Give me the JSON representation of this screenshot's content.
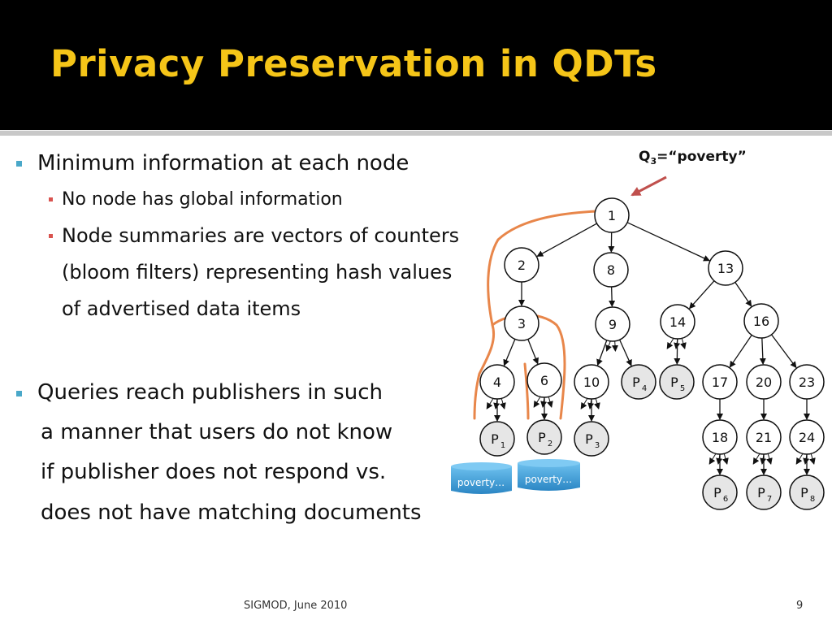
{
  "slide": {
    "title": "Privacy Preservation in QDTs",
    "bullets": [
      {
        "text": "Minimum information at each node"
      },
      {
        "text": "No node has global information"
      },
      {
        "text": "Node summaries are vectors of counters"
      },
      {
        "text": "(bloom  filters) representing hash values"
      },
      {
        "text": "of advertised data items"
      },
      {
        "text": "Queries reach publishers in such"
      },
      {
        "text": "a manner that users do not know"
      },
      {
        "text": "if publisher does not respond vs."
      },
      {
        "text": "does not have matching documents"
      }
    ],
    "footer": {
      "venue": "SIGMOD, June 2010",
      "page": "9"
    }
  },
  "diagram": {
    "query": {
      "prefix": "Q",
      "subscript": "3",
      "suffix": "=“poverty”"
    },
    "nodes": [
      {
        "id": "1",
        "label": "1",
        "sub": "",
        "shaded": false
      },
      {
        "id": "2",
        "label": "2",
        "sub": "",
        "shaded": false
      },
      {
        "id": "8",
        "label": "8",
        "sub": "",
        "shaded": false
      },
      {
        "id": "13",
        "label": "13",
        "sub": "",
        "shaded": false
      },
      {
        "id": "3",
        "label": "3",
        "sub": "",
        "shaded": false
      },
      {
        "id": "9",
        "label": "9",
        "sub": "",
        "shaded": false
      },
      {
        "id": "14",
        "label": "14",
        "sub": "",
        "shaded": false
      },
      {
        "id": "16",
        "label": "16",
        "sub": "",
        "shaded": false
      },
      {
        "id": "4",
        "label": "4",
        "sub": "",
        "shaded": false
      },
      {
        "id": "6",
        "label": "6",
        "sub": "",
        "shaded": false
      },
      {
        "id": "10",
        "label": "10",
        "sub": "",
        "shaded": false
      },
      {
        "id": "P4",
        "label": "P",
        "sub": "4",
        "shaded": true
      },
      {
        "id": "P5",
        "label": "P",
        "sub": "5",
        "shaded": true
      },
      {
        "id": "17",
        "label": "17",
        "sub": "",
        "shaded": false
      },
      {
        "id": "20",
        "label": "20",
        "sub": "",
        "shaded": false
      },
      {
        "id": "23",
        "label": "23",
        "sub": "",
        "shaded": false
      },
      {
        "id": "P1",
        "label": "P",
        "sub": "1",
        "shaded": true
      },
      {
        "id": "P2",
        "label": "P",
        "sub": "2",
        "shaded": true
      },
      {
        "id": "P3",
        "label": "P",
        "sub": "3",
        "shaded": true
      },
      {
        "id": "18",
        "label": "18",
        "sub": "",
        "shaded": false
      },
      {
        "id": "21",
        "label": "21",
        "sub": "",
        "shaded": false
      },
      {
        "id": "24",
        "label": "24",
        "sub": "",
        "shaded": false
      },
      {
        "id": "P6",
        "label": "P",
        "sub": "6",
        "shaded": true
      },
      {
        "id": "P7",
        "label": "P",
        "sub": "7",
        "shaded": true
      },
      {
        "id": "P8",
        "label": "P",
        "sub": "8",
        "shaded": true
      }
    ],
    "edges": [
      [
        "1",
        "2"
      ],
      [
        "1",
        "8"
      ],
      [
        "1",
        "13"
      ],
      [
        "2",
        "3"
      ],
      [
        "8",
        "9"
      ],
      [
        "13",
        "14"
      ],
      [
        "13",
        "16"
      ],
      [
        "3",
        "4"
      ],
      [
        "3",
        "6"
      ],
      [
        "9",
        "10"
      ],
      [
        "9",
        "P4"
      ],
      [
        "14",
        "P5"
      ],
      [
        "16",
        "17"
      ],
      [
        "16",
        "20"
      ],
      [
        "16",
        "23"
      ],
      [
        "4",
        "P1"
      ],
      [
        "6",
        "P2"
      ],
      [
        "10",
        "P3"
      ],
      [
        "17",
        "18"
      ],
      [
        "20",
        "21"
      ],
      [
        "23",
        "24"
      ],
      [
        "18",
        "P6"
      ],
      [
        "21",
        "P7"
      ],
      [
        "24",
        "P8"
      ]
    ],
    "databases": [
      {
        "id": "db1",
        "label": "poverty…"
      },
      {
        "id": "db2",
        "label": "poverty…"
      }
    ],
    "colors": {
      "query_path": "#e8864a",
      "query_arrow": "#c0504d",
      "database": "#3a9bd5",
      "publisher_fill": "#e6e6e6",
      "bullet_primary": "#4aa8c9",
      "bullet_secondary": "#d9534f",
      "title": "#f5c518"
    }
  }
}
